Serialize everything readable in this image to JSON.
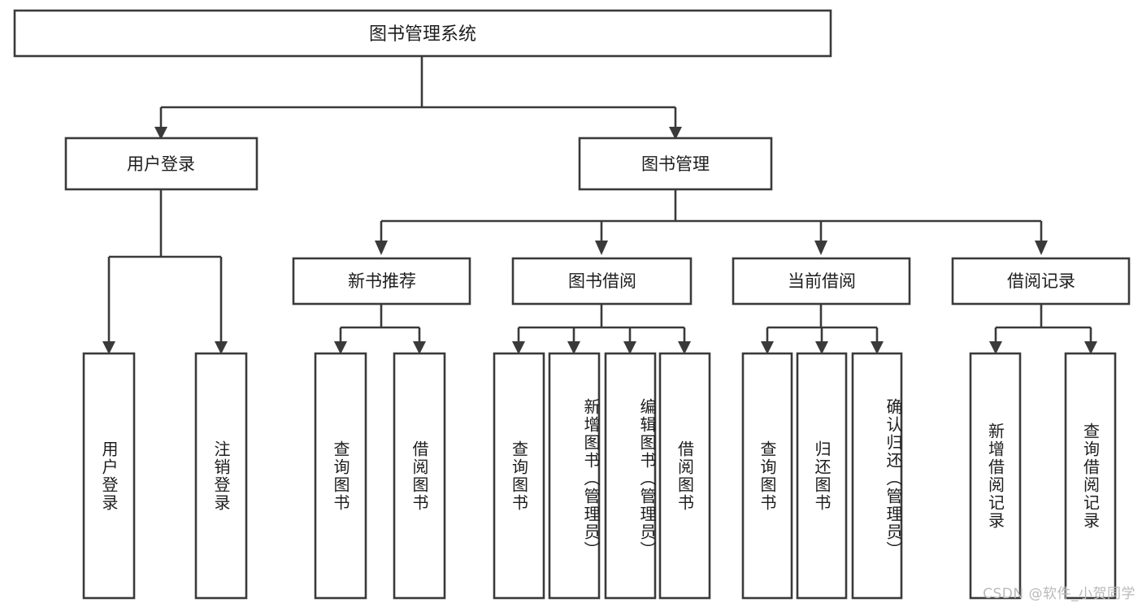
{
  "diagram": {
    "type": "tree-hierarchy",
    "title": "图书管理系统",
    "watermark": "CSDN @软件_小贺同学",
    "colors": {
      "stroke": "#3a3a3a",
      "fill": "#ffffff",
      "text": "#1d1d1d",
      "watermark": "#b9b9b9"
    },
    "root": {
      "label": "图书管理系统"
    },
    "level2": [
      {
        "label": "用户登录"
      },
      {
        "label": "图书管理"
      }
    ],
    "level3": [
      {
        "label": "新书推荐"
      },
      {
        "label": "图书借阅"
      },
      {
        "label": "当前借阅"
      },
      {
        "label": "借阅记录"
      }
    ],
    "leaves": {
      "user_login": [
        {
          "label": "用户登录"
        },
        {
          "label": "注销登录"
        }
      ],
      "new_book_recommend": [
        {
          "label": "查询图书"
        },
        {
          "label": "借阅图书"
        }
      ],
      "book_borrow": [
        {
          "label": "查询图书"
        },
        {
          "label": "新增图书（管理员）"
        },
        {
          "label": "编辑图书（管理员）"
        },
        {
          "label": "借阅图书"
        }
      ],
      "current_borrow": [
        {
          "label": "查询图书"
        },
        {
          "label": "归还图书"
        },
        {
          "label": "确认归还（管理员）"
        }
      ],
      "borrow_record": [
        {
          "label": "新增借阅记录"
        },
        {
          "label": "查询借阅记录"
        }
      ]
    }
  }
}
